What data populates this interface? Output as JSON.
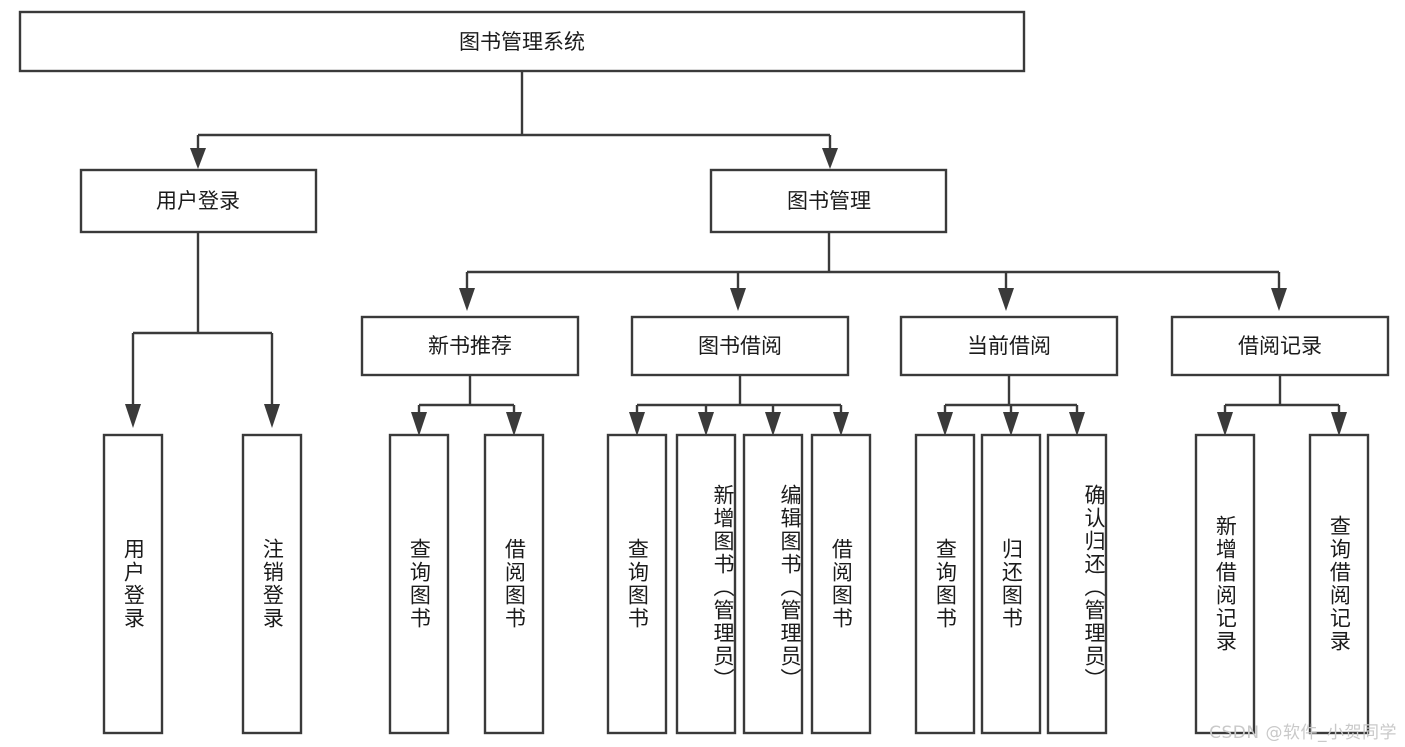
{
  "diagram": {
    "type": "hierarchy-tree",
    "title": "图书管理系统",
    "orientation": "top-down",
    "root": {
      "id": "root",
      "label": "图书管理系统",
      "text_direction": "horizontal"
    },
    "level1": [
      {
        "id": "user-login",
        "label": "用户登录",
        "text_direction": "horizontal",
        "children": [
          {
            "id": "user-login-do",
            "label": "用户登录",
            "text_direction": "vertical"
          },
          {
            "id": "user-logout",
            "label": "注销登录",
            "text_direction": "vertical"
          }
        ]
      },
      {
        "id": "book-management",
        "label": "图书管理",
        "text_direction": "horizontal",
        "children": [
          {
            "id": "new-book-recommend",
            "label": "新书推荐",
            "text_direction": "horizontal",
            "children": [
              {
                "id": "nb-query-book",
                "label": "查询图书",
                "text_direction": "vertical"
              },
              {
                "id": "nb-borrow-book",
                "label": "借阅图书",
                "text_direction": "vertical"
              }
            ]
          },
          {
            "id": "book-borrow",
            "label": "图书借阅",
            "text_direction": "horizontal",
            "children": [
              {
                "id": "bb-query-book",
                "label": "查询图书",
                "text_direction": "vertical"
              },
              {
                "id": "bb-add-book",
                "label": "新增图书（管理员）",
                "text_direction": "vertical"
              },
              {
                "id": "bb-edit-book",
                "label": "编辑图书（管理员）",
                "text_direction": "vertical"
              },
              {
                "id": "bb-borrow-book",
                "label": "借阅图书",
                "text_direction": "vertical"
              }
            ]
          },
          {
            "id": "current-borrow",
            "label": "当前借阅",
            "text_direction": "horizontal",
            "children": [
              {
                "id": "cb-query-book",
                "label": "查询图书",
                "text_direction": "vertical"
              },
              {
                "id": "cb-return-book",
                "label": "归还图书",
                "text_direction": "vertical"
              },
              {
                "id": "cb-confirm-return",
                "label": "确认归还（管理员）",
                "text_direction": "vertical"
              }
            ]
          },
          {
            "id": "borrow-record",
            "label": "借阅记录",
            "text_direction": "horizontal",
            "children": [
              {
                "id": "br-add-record",
                "label": "新增借阅记录",
                "text_direction": "vertical"
              },
              {
                "id": "br-query-record",
                "label": "查询借阅记录",
                "text_direction": "vertical"
              }
            ]
          }
        ]
      }
    ],
    "colors": {
      "background": "#ffffff",
      "box_fill": "#ffffff",
      "box_stroke": "#3a3a3a",
      "connector": "#3a3a3a",
      "text": "#1b1b1b",
      "watermark": "#c9c9c9"
    }
  },
  "watermark": {
    "text": "CSDN @软件_小贺同学"
  }
}
